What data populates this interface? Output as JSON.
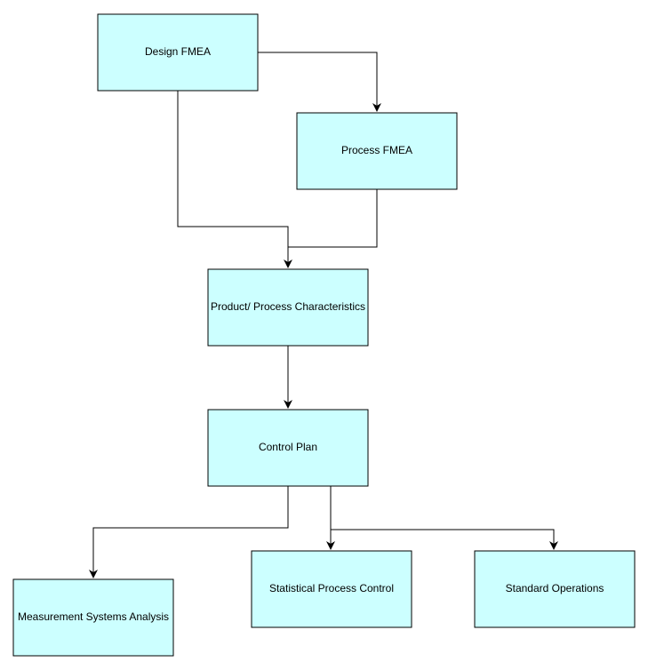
{
  "diagram": {
    "colors": {
      "node_fill": "#ccffff",
      "node_stroke": "#000000",
      "edge": "#000000",
      "background": "#ffffff"
    },
    "nodes": {
      "design_fmea": {
        "label": "Design FMEA"
      },
      "process_fmea": {
        "label": "Process FMEA"
      },
      "characteristics": {
        "label": "Product/ Process Characteristics"
      },
      "control_plan": {
        "label": "Control Plan"
      },
      "msa": {
        "label": "Measurement Systems Analysis"
      },
      "spc": {
        "label": "Statistical Process Control"
      },
      "standard_ops": {
        "label": "Standard Operations"
      }
    },
    "edges": [
      {
        "from": "design_fmea",
        "to": "process_fmea"
      },
      {
        "from": "design_fmea",
        "to": "characteristics"
      },
      {
        "from": "process_fmea",
        "to": "characteristics"
      },
      {
        "from": "characteristics",
        "to": "control_plan"
      },
      {
        "from": "control_plan",
        "to": "msa"
      },
      {
        "from": "control_plan",
        "to": "spc"
      },
      {
        "from": "control_plan",
        "to": "standard_ops"
      }
    ]
  }
}
